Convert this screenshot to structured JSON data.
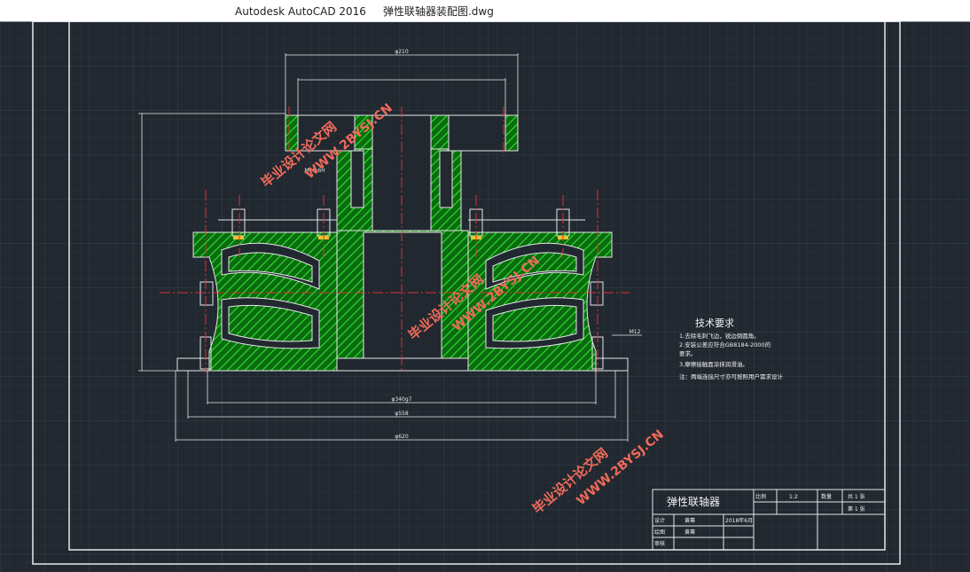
{
  "app": {
    "title": "Autodesk AutoCAD 2016     弹性联轴器装配图.dwg"
  },
  "drawing": {
    "tech_title": "技术要求",
    "tech_items": [
      "1.去除毛刺飞边，锐边倒圆角。",
      "2.安装公差应符合GB8184-2000的",
      "要求。",
      "3.摩擦接触面涂抹润滑油。",
      "注：两端连接尺寸亦可按照用户需求设计"
    ],
    "dimensions": {
      "top_outer": "φ210",
      "top_inner": "",
      "bolt_callout": "M16-6H",
      "base_1": "φ340g7",
      "base_2": "φ558",
      "base_3": "φ620",
      "left_height": "",
      "right_callout": "M12"
    },
    "watermarks": [
      "毕业设计论文网",
      "WWW.2BYSJ.CN"
    ]
  },
  "title_block": {
    "name": "弹性联轴器",
    "scale_label": "比例",
    "scale_value": "1:2",
    "qty_label": "数量",
    "sheets": "共 1 张",
    "sheet_no": "第 1 张",
    "rows": [
      {
        "role": "设计",
        "person": "黄骞",
        "date": "2018年6月"
      },
      {
        "role": "绘图",
        "person": "黄骞",
        "date": ""
      },
      {
        "role": "审核",
        "person": "",
        "date": ""
      }
    ]
  }
}
